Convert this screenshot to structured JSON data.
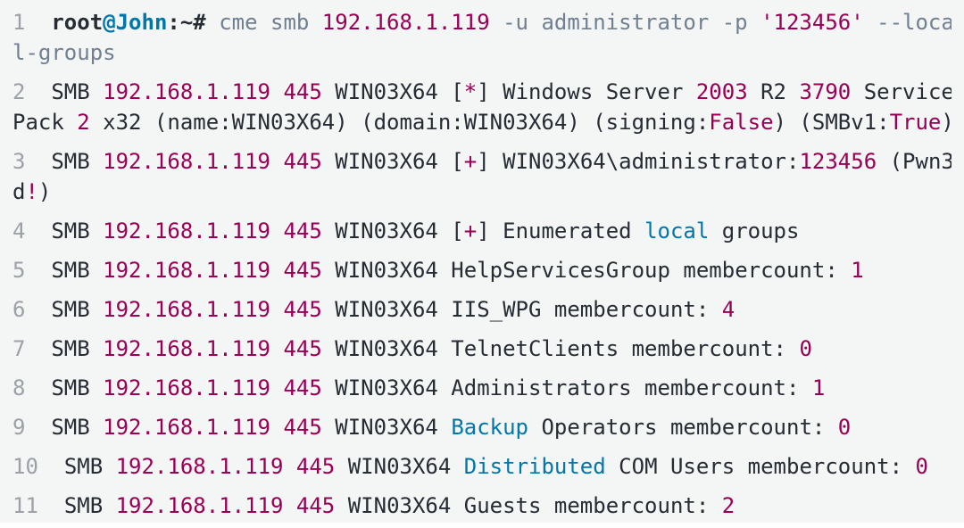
{
  "colors": {
    "background": "#f4f5f5",
    "default_text": "#262c33",
    "number_token": "#990055",
    "keyword_token": "#0077aa",
    "command_token": "#708090",
    "line_number": "#9ba1a6"
  },
  "terminal": {
    "lines": [
      {
        "number": "1",
        "rows": [
          [
            {
              "t": "root",
              "c": "pb"
            },
            {
              "t": "@John",
              "c": "kb"
            },
            {
              "t": ":~# ",
              "c": "pb"
            },
            {
              "t": "cme smb ",
              "c": "s"
            },
            {
              "t": "192.168.1.119",
              "c": "n"
            },
            {
              "t": " -u administrator -p ",
              "c": "s"
            },
            {
              "t": "'123456'",
              "c": "n"
            },
            {
              "t": " --loca",
              "c": "s"
            }
          ],
          [
            {
              "t": "l-groups",
              "c": "s"
            }
          ]
        ]
      },
      {
        "number": "2",
        "rows": [
          [
            {
              "t": "SMB ",
              "c": "p"
            },
            {
              "t": "192.168.1.119",
              "c": "n"
            },
            {
              "t": " ",
              "c": "p"
            },
            {
              "t": "445",
              "c": "n"
            },
            {
              "t": " WIN03X64 [",
              "c": "p"
            },
            {
              "t": "*",
              "c": "n"
            },
            {
              "t": "] Windows Server ",
              "c": "p"
            },
            {
              "t": "2003",
              "c": "n"
            },
            {
              "t": " R2 ",
              "c": "p"
            },
            {
              "t": "3790",
              "c": "n"
            },
            {
              "t": " Service",
              "c": "p"
            }
          ],
          [
            {
              "t": "Pack ",
              "c": "p"
            },
            {
              "t": "2",
              "c": "n"
            },
            {
              "t": " x32 (name:WIN03X64) (domain:WIN03X64) (signing:",
              "c": "p"
            },
            {
              "t": "False",
              "c": "n"
            },
            {
              "t": ") (SMBv1:",
              "c": "p"
            },
            {
              "t": "True",
              "c": "n"
            },
            {
              "t": ")",
              "c": "p"
            }
          ]
        ]
      },
      {
        "number": "3",
        "rows": [
          [
            {
              "t": "SMB ",
              "c": "p"
            },
            {
              "t": "192.168.1.119",
              "c": "n"
            },
            {
              "t": " ",
              "c": "p"
            },
            {
              "t": "445",
              "c": "n"
            },
            {
              "t": " WIN03X64 [",
              "c": "p"
            },
            {
              "t": "+",
              "c": "n"
            },
            {
              "t": "] WIN03X64\\administrator:",
              "c": "p"
            },
            {
              "t": "123456",
              "c": "n"
            },
            {
              "t": " (Pwn3",
              "c": "p"
            }
          ],
          [
            {
              "t": "d",
              "c": "p"
            },
            {
              "t": "!",
              "c": "n"
            },
            {
              "t": ")",
              "c": "p"
            }
          ]
        ]
      },
      {
        "number": "4",
        "rows": [
          [
            {
              "t": "SMB ",
              "c": "p"
            },
            {
              "t": "192.168.1.119",
              "c": "n"
            },
            {
              "t": " ",
              "c": "p"
            },
            {
              "t": "445",
              "c": "n"
            },
            {
              "t": " WIN03X64 [",
              "c": "p"
            },
            {
              "t": "+",
              "c": "n"
            },
            {
              "t": "] Enumerated ",
              "c": "p"
            },
            {
              "t": "local",
              "c": "k"
            },
            {
              "t": " groups",
              "c": "p"
            }
          ]
        ]
      },
      {
        "number": "5",
        "rows": [
          [
            {
              "t": "SMB ",
              "c": "p"
            },
            {
              "t": "192.168.1.119",
              "c": "n"
            },
            {
              "t": " ",
              "c": "p"
            },
            {
              "t": "445",
              "c": "n"
            },
            {
              "t": " WIN03X64 HelpServicesGroup membercount: ",
              "c": "p"
            },
            {
              "t": "1",
              "c": "n"
            }
          ]
        ]
      },
      {
        "number": "6",
        "rows": [
          [
            {
              "t": "SMB ",
              "c": "p"
            },
            {
              "t": "192.168.1.119",
              "c": "n"
            },
            {
              "t": " ",
              "c": "p"
            },
            {
              "t": "445",
              "c": "n"
            },
            {
              "t": " WIN03X64 IIS_WPG membercount: ",
              "c": "p"
            },
            {
              "t": "4",
              "c": "n"
            }
          ]
        ]
      },
      {
        "number": "7",
        "rows": [
          [
            {
              "t": "SMB ",
              "c": "p"
            },
            {
              "t": "192.168.1.119",
              "c": "n"
            },
            {
              "t": " ",
              "c": "p"
            },
            {
              "t": "445",
              "c": "n"
            },
            {
              "t": " WIN03X64 TelnetClients membercount: ",
              "c": "p"
            },
            {
              "t": "0",
              "c": "n"
            }
          ]
        ]
      },
      {
        "number": "8",
        "rows": [
          [
            {
              "t": "SMB ",
              "c": "p"
            },
            {
              "t": "192.168.1.119",
              "c": "n"
            },
            {
              "t": " ",
              "c": "p"
            },
            {
              "t": "445",
              "c": "n"
            },
            {
              "t": " WIN03X64 Administrators membercount: ",
              "c": "p"
            },
            {
              "t": "1",
              "c": "n"
            }
          ]
        ]
      },
      {
        "number": "9",
        "rows": [
          [
            {
              "t": "SMB ",
              "c": "p"
            },
            {
              "t": "192.168.1.119",
              "c": "n"
            },
            {
              "t": " ",
              "c": "p"
            },
            {
              "t": "445",
              "c": "n"
            },
            {
              "t": " WIN03X64 ",
              "c": "p"
            },
            {
              "t": "Backup",
              "c": "k"
            },
            {
              "t": " Operators membercount: ",
              "c": "p"
            },
            {
              "t": "0",
              "c": "n"
            }
          ]
        ]
      },
      {
        "number": "10",
        "rows": [
          [
            {
              "t": "SMB ",
              "c": "p"
            },
            {
              "t": "192.168.1.119",
              "c": "n"
            },
            {
              "t": " ",
              "c": "p"
            },
            {
              "t": "445",
              "c": "n"
            },
            {
              "t": " WIN03X64 ",
              "c": "p"
            },
            {
              "t": "Distributed",
              "c": "k"
            },
            {
              "t": " COM Users membercount: ",
              "c": "p"
            },
            {
              "t": "0",
              "c": "n"
            }
          ]
        ]
      },
      {
        "number": "11",
        "rows": [
          [
            {
              "t": "SMB ",
              "c": "p"
            },
            {
              "t": "192.168.1.119",
              "c": "n"
            },
            {
              "t": " ",
              "c": "p"
            },
            {
              "t": "445",
              "c": "n"
            },
            {
              "t": " WIN03X64 Guests membercount: ",
              "c": "p"
            },
            {
              "t": "2",
              "c": "n"
            }
          ]
        ]
      }
    ]
  }
}
